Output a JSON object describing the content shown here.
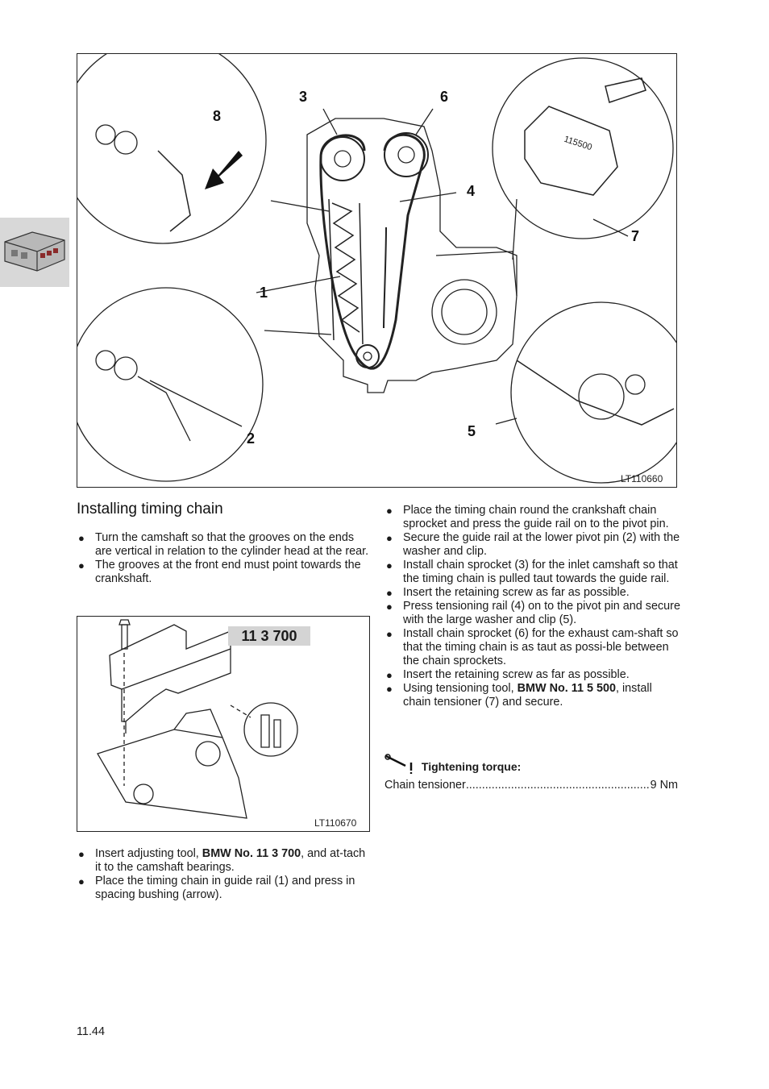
{
  "figure_main": {
    "ref": "LT110660",
    "callouts": [
      "1",
      "2",
      "3",
      "4",
      "5",
      "6",
      "7",
      "8"
    ],
    "tool_stamp": "115500"
  },
  "section": {
    "title": "Installing timing chain"
  },
  "left_bullets_top": [
    "Turn the camshaft so that the grooves on the ends are vertical in relation to the cylinder head at the rear.",
    "The grooves at the front end must point towards the crankshaft."
  ],
  "figure_tool": {
    "ref": "LT110670",
    "tool_number": "11 3 700"
  },
  "left_bullets_bottom": [
    {
      "pre": "Insert adjusting tool, ",
      "bold": "BMW No. 11 3 700",
      "post": ", and at-tach it to the camshaft bearings."
    },
    {
      "pre": "Place the timing chain in guide rail (1) and press in spacing bushing (arrow).",
      "bold": "",
      "post": ""
    }
  ],
  "right_bullets": [
    {
      "pre": "Place the timing chain round the crankshaft chain sprocket and press the guide rail on to the pivot pin.",
      "bold": "",
      "post": ""
    },
    {
      "pre": "Secure the guide rail at the lower pivot pin (2) with the washer and clip.",
      "bold": "",
      "post": ""
    },
    {
      "pre": "Install chain sprocket (3) for the inlet camshaft so that the timing chain is pulled taut towards the guide rail.",
      "bold": "",
      "post": ""
    },
    {
      "pre": "Insert the retaining screw as far as possible.",
      "bold": "",
      "post": ""
    },
    {
      "pre": "Press tensioning rail (4) on to the pivot pin and secure with the large washer and clip (5).",
      "bold": "",
      "post": ""
    },
    {
      "pre": "Install chain sprocket (6) for the exhaust cam-shaft so that the timing chain is as taut as possi-ble between the chain sprockets.",
      "bold": "",
      "post": ""
    },
    {
      "pre": "Insert the retaining screw as far as possible.",
      "bold": "",
      "post": ""
    },
    {
      "pre": "Using tensioning tool, ",
      "bold": "BMW No. 11 5 500",
      "post": ", install chain tensioner (7) and secure."
    }
  ],
  "torque": {
    "heading": "Tightening torque:",
    "label": "Chain tensioner",
    "value": "9 Nm",
    "leader": "............................................................................"
  },
  "page_number": "11.44",
  "icons": [
    "engine-thumbnail-icon",
    "torque-wrench-icon",
    "bullet-icon"
  ]
}
